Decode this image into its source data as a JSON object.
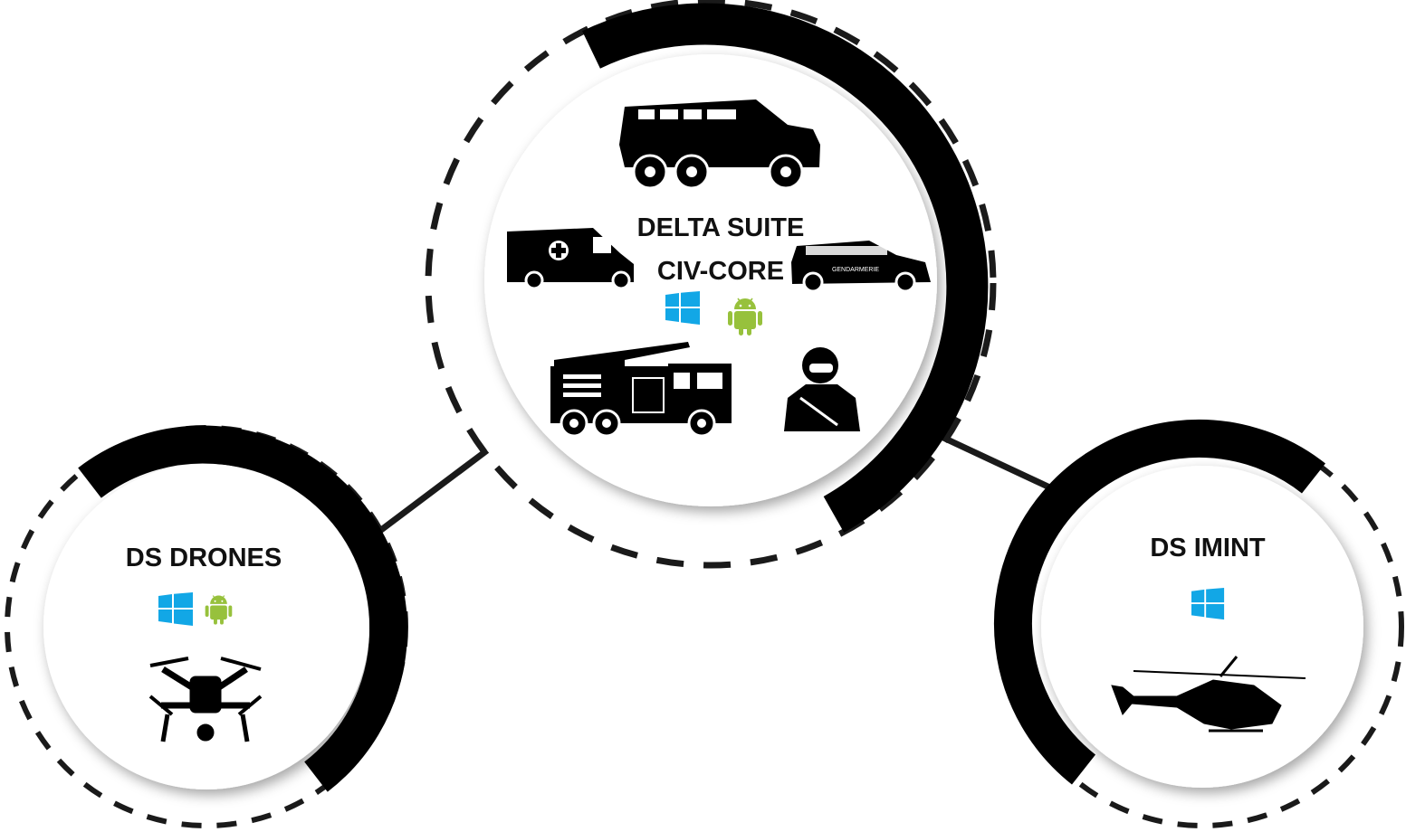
{
  "colors": {
    "ring": "#000000",
    "windows": "#12a7e6",
    "android": "#97c13c",
    "line": "#1a1a1a"
  },
  "core": {
    "title_line1": "DELTA SUITE",
    "title_line2": "CIV-CORE",
    "van_label": "GENDARMERIE",
    "platforms": [
      "windows-icon",
      "android-icon"
    ]
  },
  "drones": {
    "title": "DS DRONES",
    "platforms": [
      "windows-icon",
      "android-icon"
    ]
  },
  "imint": {
    "title": "DS IMINT",
    "platforms": [
      "windows-icon"
    ]
  }
}
